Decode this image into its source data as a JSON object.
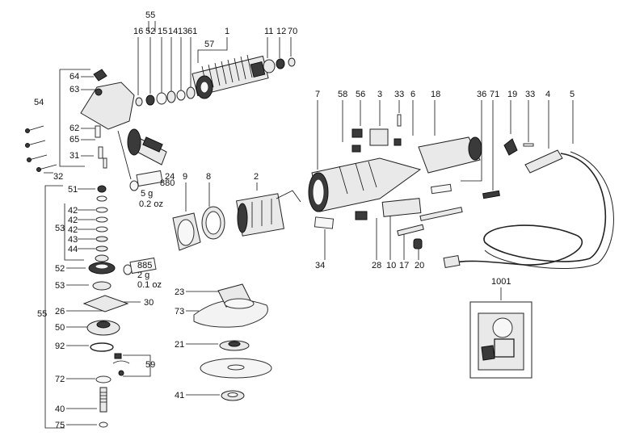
{
  "diagram": {
    "labels": {
      "p55_top": "55",
      "p16": "16",
      "p52_top": "52",
      "p15": "15",
      "p14": "14",
      "p13": "13",
      "p61": "61",
      "p1": "1",
      "p11": "11",
      "p12": "12",
      "p70": "70",
      "p57": "57",
      "p64": "64",
      "p63": "63",
      "p54": "54",
      "p62": "62",
      "p65": "65",
      "p31": "31",
      "p32": "32",
      "p24": "24",
      "p9": "9",
      "p8": "8",
      "p2": "2",
      "p7": "7",
      "p58": "58",
      "p56": "56",
      "p3": "3",
      "p33a": "33",
      "p6": "6",
      "p18": "18",
      "p36": "36",
      "p71": "71",
      "p19": "19",
      "p33b": "33",
      "p4": "4",
      "p5": "5",
      "p34": "34",
      "p28": "28",
      "p10": "10",
      "p17": "17",
      "p20": "20",
      "p51": "51",
      "p42a": "42",
      "p42b": "42",
      "p42c": "42",
      "p43": "43",
      "p44": "44",
      "p53_left": "53",
      "p52": "52",
      "p53": "53",
      "p26": "26",
      "p30": "30",
      "p50": "50",
      "p92": "92",
      "p59": "59",
      "p72": "72",
      "p40": "40",
      "p75": "75",
      "p55_left": "55",
      "p23": "23",
      "p73": "73",
      "p21": "21",
      "p41": "41",
      "p1001": "1001"
    },
    "grease_880": {
      "code": "880",
      "amount": "5 g",
      "oz": "0.2 oz"
    },
    "grease_885": {
      "code": "885",
      "amount": "2 g",
      "oz": "0.1 oz"
    }
  }
}
